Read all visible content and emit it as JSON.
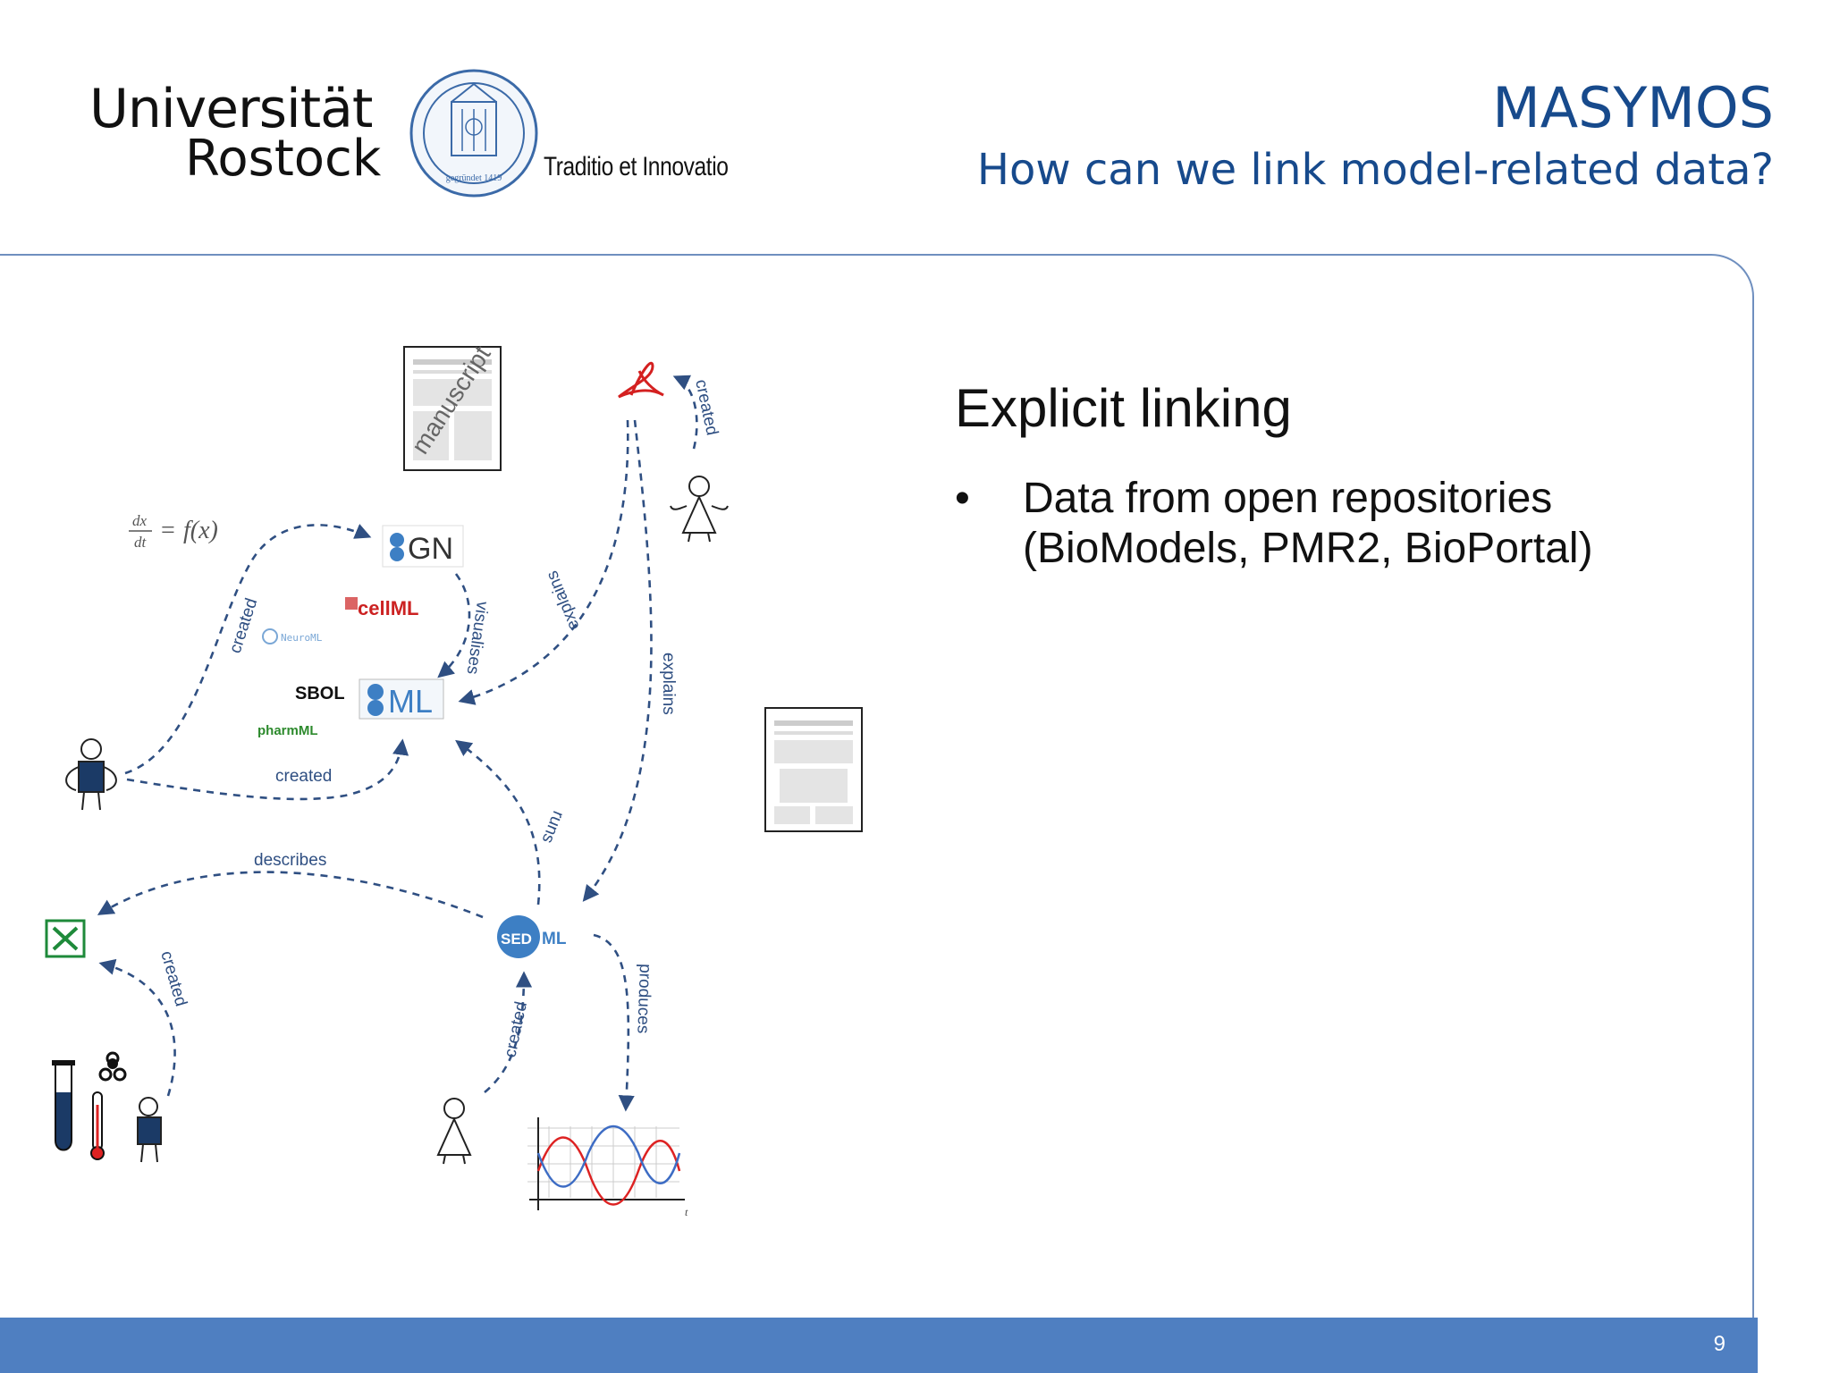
{
  "header": {
    "university_line1": "Universität",
    "university_line2": "Rostock",
    "motto": "Traditio et Innovatio",
    "seal_text": "gegründet 1419",
    "title": "MASYMOS",
    "subtitle": "How can we link model-related data?"
  },
  "content": {
    "title": "Explicit linking",
    "bullets": [
      {
        "marker": "•",
        "line1": "Data from open repositories",
        "line2": "(BioModels, PMR2, BioPortal)"
      }
    ]
  },
  "diagram": {
    "formula": "dx/dt = f(x)",
    "manuscript_label": "manuscript",
    "logos": {
      "sbgn": "GN",
      "cellml": "cellML",
      "neuroml": "NeuroML",
      "sbol": "SBOL",
      "sbml": "ML",
      "pharmml": "pharmML",
      "sedml_a": "SED",
      "sedml_b": "ML"
    },
    "edge_labels": {
      "created_top": "created",
      "created_left": "created",
      "visualises": "visualises",
      "explains_1": "explains",
      "explains_2": "explains",
      "created_mid": "created",
      "runs": "runs",
      "describes": "describes",
      "created_excel": "created",
      "produces": "produces",
      "created_bottom": "created"
    },
    "plot_axis": "t"
  },
  "footer": {
    "page_number": "9"
  },
  "colors": {
    "brand_blue": "#174a8c",
    "footer_blue": "#4f7fc1",
    "edge_blue": "#2f4f82"
  }
}
